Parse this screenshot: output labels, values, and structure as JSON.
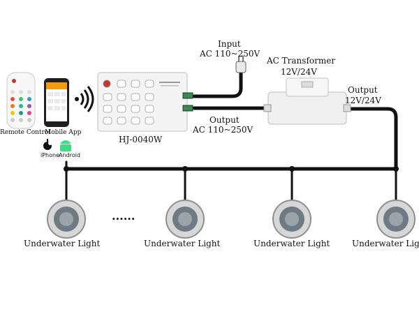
{
  "colors": {
    "wire": "#111111",
    "device": "#f2f2f2",
    "ring": "#9a9a9a",
    "lens": "#6f7a84"
  },
  "labels": {
    "input": "Input",
    "input_spec": "AC 110~250V",
    "transformer": "AC Transformer",
    "transformer_spec": "12V/24V",
    "output_top": "Output",
    "output_top_spec": "12V/24V",
    "output_left": "Output",
    "output_left_spec": "AC 110~250V",
    "controller_model": "HJ-0040W",
    "remote": "Remote Control",
    "mobile": "Mobile App",
    "iphone": "iPhone",
    "android": "Android",
    "ellipsis": "......"
  },
  "lights": [
    {
      "label": "Underwater Light"
    },
    {
      "label": "Underwater Light"
    },
    {
      "label": "Underwater Light"
    },
    {
      "label": "Underwater Light"
    }
  ],
  "icons": [
    "wifi-icon",
    "apple-icon",
    "android-icon",
    "plug-icon"
  ]
}
